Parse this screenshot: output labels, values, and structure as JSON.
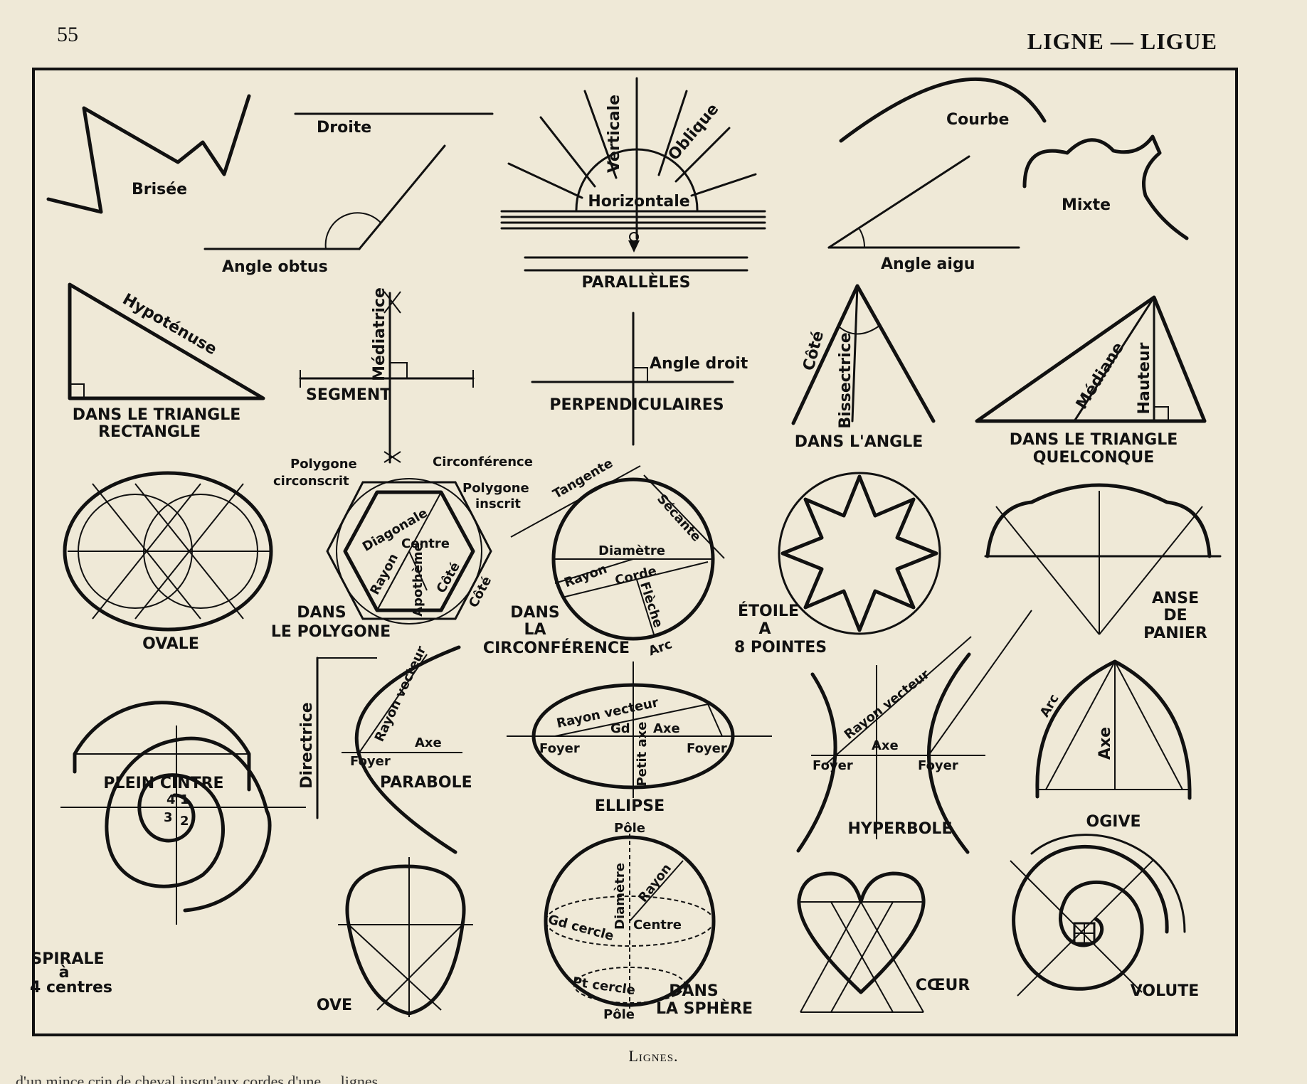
{
  "header": {
    "page_number": "55",
    "running_head": "LIGNE — LIGUE"
  },
  "caption": "Lignes.",
  "footline": "d'un mince crin de cheval jusqu'aux cordes d'une ... lignes ...",
  "labels": {
    "brisee": "Brisée",
    "droite": "Droite",
    "angle_obtus": "Angle obtus",
    "verticale": "Verticale",
    "oblique": "Oblique",
    "horizontale": "Horizontale",
    "paralleles": "PARALLÈLES",
    "courbe": "Courbe",
    "mixte": "Mixte",
    "angle_aigu": "Angle aigu",
    "hypotenuse": "Hypoténuse",
    "triangle_rect_1": "DANS LE TRIANGLE",
    "triangle_rect_2": "RECTANGLE",
    "mediatrice": "Médiatrice",
    "segment": "SEGMENT",
    "angle_droit": "Angle droit",
    "perpendiculaires": "PERPENDICULAIRES",
    "cote": "Côté",
    "bissectrice": "Bissectrice",
    "dans_angle": "DANS L'ANGLE",
    "mediane": "Médiane",
    "hauteur": "Hauteur",
    "triangle_q_1": "DANS LE TRIANGLE",
    "triangle_q_2": "QUELCONQUE",
    "ovale": "OVALE",
    "polygone_circ_1": "Polygone",
    "polygone_circ_2": "circonscrit",
    "circonference_lbl": "Circonférence",
    "polygone_ins_1": "Polygone",
    "polygone_ins_2": "inscrit",
    "diagonale": "Diagonale",
    "centre": "Centre",
    "rayon": "Rayon",
    "apotheme": "Apothème",
    "cote2": "Côté",
    "cote3": "Côté",
    "dans_polygone_1": "DANS",
    "dans_polygone_2": "LE POLYGONE",
    "tangente": "Tangente",
    "secante": "Sécante",
    "diametre": "Diamètre",
    "rayon2": "Rayon",
    "corde": "Corde",
    "fleche": "Flèche",
    "arc": "Arc",
    "dans_circ_1": "DANS",
    "dans_circ_2": "LA",
    "dans_circ_3": "CIRCONFÉRENCE",
    "etoile_1": "ÉTOILE",
    "etoile_2": "A",
    "etoile_3": "8 POINTES",
    "anse_1": "ANSE",
    "anse_2": "DE",
    "anse_3": "PANIER",
    "plein_cintre": "PLEIN CINTRE",
    "directrice": "Directrice",
    "rayon_vecteur": "Rayon vecteur",
    "axe": "Axe",
    "foyer": "Foyer",
    "parabole": "PARABOLE",
    "rayon_vecteur2": "Rayon vecteur",
    "gd": "Gd",
    "axe2": "Axe",
    "petit_axe": "Petit axe",
    "foyer_l": "Foyer",
    "foyer_r": "Foyer",
    "ellipse": "ELLIPSE",
    "rayon_vecteur3": "Rayon vecteur",
    "axe3": "Axe",
    "foyer_h1": "Foyer",
    "foyer_h2": "Foyer",
    "hyperbole": "HYPERBOLE",
    "arc2": "Arc",
    "axe4": "Axe",
    "ogive": "OGIVE",
    "n1": "1",
    "n2": "2",
    "n3": "3",
    "n4": "4",
    "spirale_1": "SPIRALE",
    "spirale_2": "à",
    "spirale_3": "4 centres",
    "ove": "OVE",
    "pole_top": "Pôle",
    "diametre2": "Diamètre",
    "rayon3": "Rayon",
    "gd_cercle": "Gd cercle",
    "centre2": "Centre",
    "pt_cercle": "Pt cercle",
    "pole_bot": "Pôle",
    "dans_sphere_1": "DANS",
    "dans_sphere_2": "LA SPHÈRE",
    "coeur": "CŒUR",
    "volute": "VOLUTE"
  }
}
